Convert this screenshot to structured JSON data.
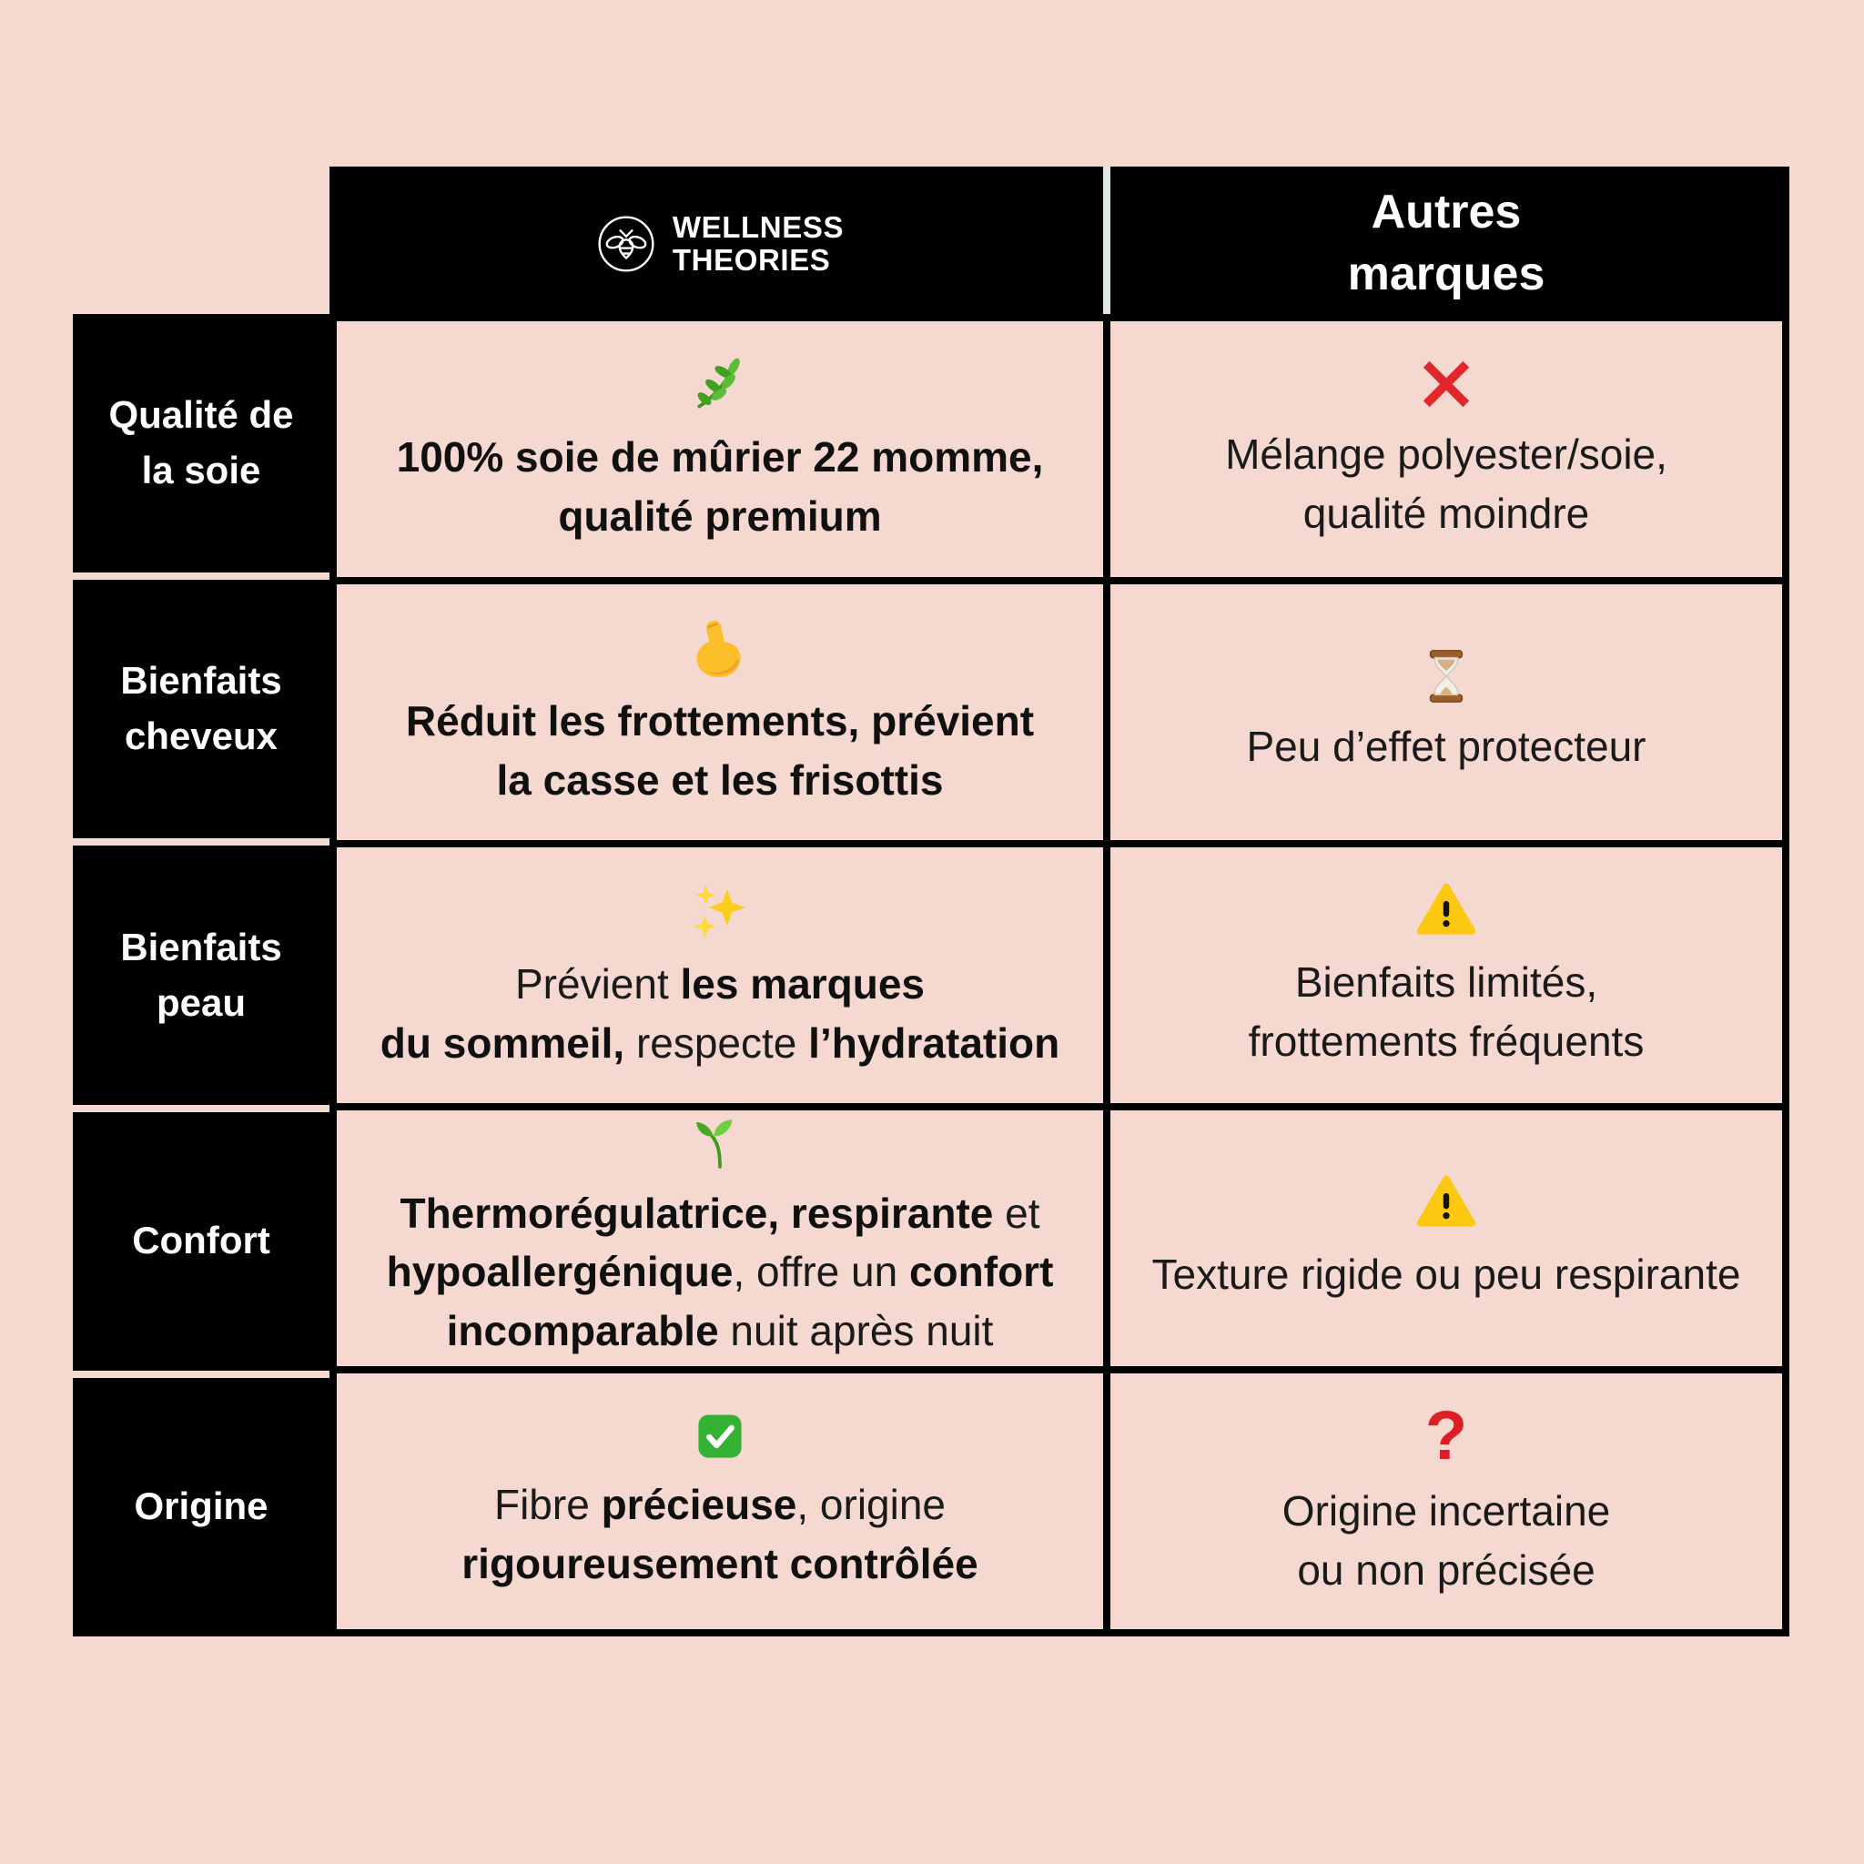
{
  "colors": {
    "bg": "#f6d9d0",
    "cell": "#f5d8d0",
    "table_black": "#000000",
    "divider": "#dde9e4",
    "label_text": "#ffffff",
    "body_text": "#1a1a1a",
    "cross_red": "#e12729",
    "question_red": "#dc1f26",
    "warning_yellow": "#fdc812",
    "check_green": "#33b233"
  },
  "header": {
    "brand": {
      "logo_icon": "bee-logo-icon",
      "name_line1": "WELLNESS",
      "name_line2": "THEORIES"
    },
    "competitor": {
      "title": "Autres\nmarques"
    }
  },
  "rows": [
    {
      "label": "Qualité de\nla soie",
      "brand_cell": {
        "icon": "herb-icon",
        "segments": [
          {
            "t": "100% soie de mûrier 22 momme,\nqualité premium",
            "b": true
          }
        ]
      },
      "other_cell": {
        "icon": "cross-mark-icon",
        "segments": [
          {
            "t": "Mélange polyester/soie,\nqualité moindre",
            "b": false
          }
        ]
      }
    },
    {
      "label": "Bienfaits\ncheveux",
      "brand_cell": {
        "icon": "flexed-biceps-icon",
        "segments": [
          {
            "t": "Réduit les frottements, prévient\nla casse et les frisottis",
            "b": true
          }
        ]
      },
      "other_cell": {
        "icon": "hourglass-icon",
        "segments": [
          {
            "t": "Peu d’effet protecteur",
            "b": false
          }
        ]
      }
    },
    {
      "label": "Bienfaits\npeau",
      "brand_cell": {
        "icon": "sparkles-icon",
        "segments": [
          {
            "t": "Prévient ",
            "b": false
          },
          {
            "t": "les marques\ndu sommeil,",
            "b": true
          },
          {
            "t": " respecte ",
            "b": false
          },
          {
            "t": "l’hydratation",
            "b": true
          }
        ]
      },
      "other_cell": {
        "icon": "warning-icon",
        "segments": [
          {
            "t": "Bienfaits limités,\nfrottements fréquents",
            "b": false
          }
        ]
      }
    },
    {
      "label": "Confort",
      "brand_cell": {
        "icon": "seedling-icon",
        "segments": [
          {
            "t": "Thermorégulatrice, respirante",
            "b": true
          },
          {
            "t": " et\n",
            "b": false
          },
          {
            "t": "hypoallergénique",
            "b": true
          },
          {
            "t": ", offre un ",
            "b": false
          },
          {
            "t": "confort\nincomparable",
            "b": true
          },
          {
            "t": " nuit après nuit",
            "b": false
          }
        ]
      },
      "other_cell": {
        "icon": "warning-icon",
        "segments": [
          {
            "t": "Texture rigide ou peu respirante",
            "b": false
          }
        ]
      }
    },
    {
      "label": "Origine",
      "brand_cell": {
        "icon": "check-mark-icon",
        "segments": [
          {
            "t": "Fibre ",
            "b": false
          },
          {
            "t": "précieuse",
            "b": true
          },
          {
            "t": ", origine\n",
            "b": false
          },
          {
            "t": "rigoureusement contrôlée",
            "b": true
          }
        ]
      },
      "other_cell": {
        "icon": "red-question-mark-icon",
        "question_glyph": "?",
        "segments": [
          {
            "t": "Origine incertaine\nou non précisée",
            "b": false
          }
        ]
      }
    }
  ]
}
